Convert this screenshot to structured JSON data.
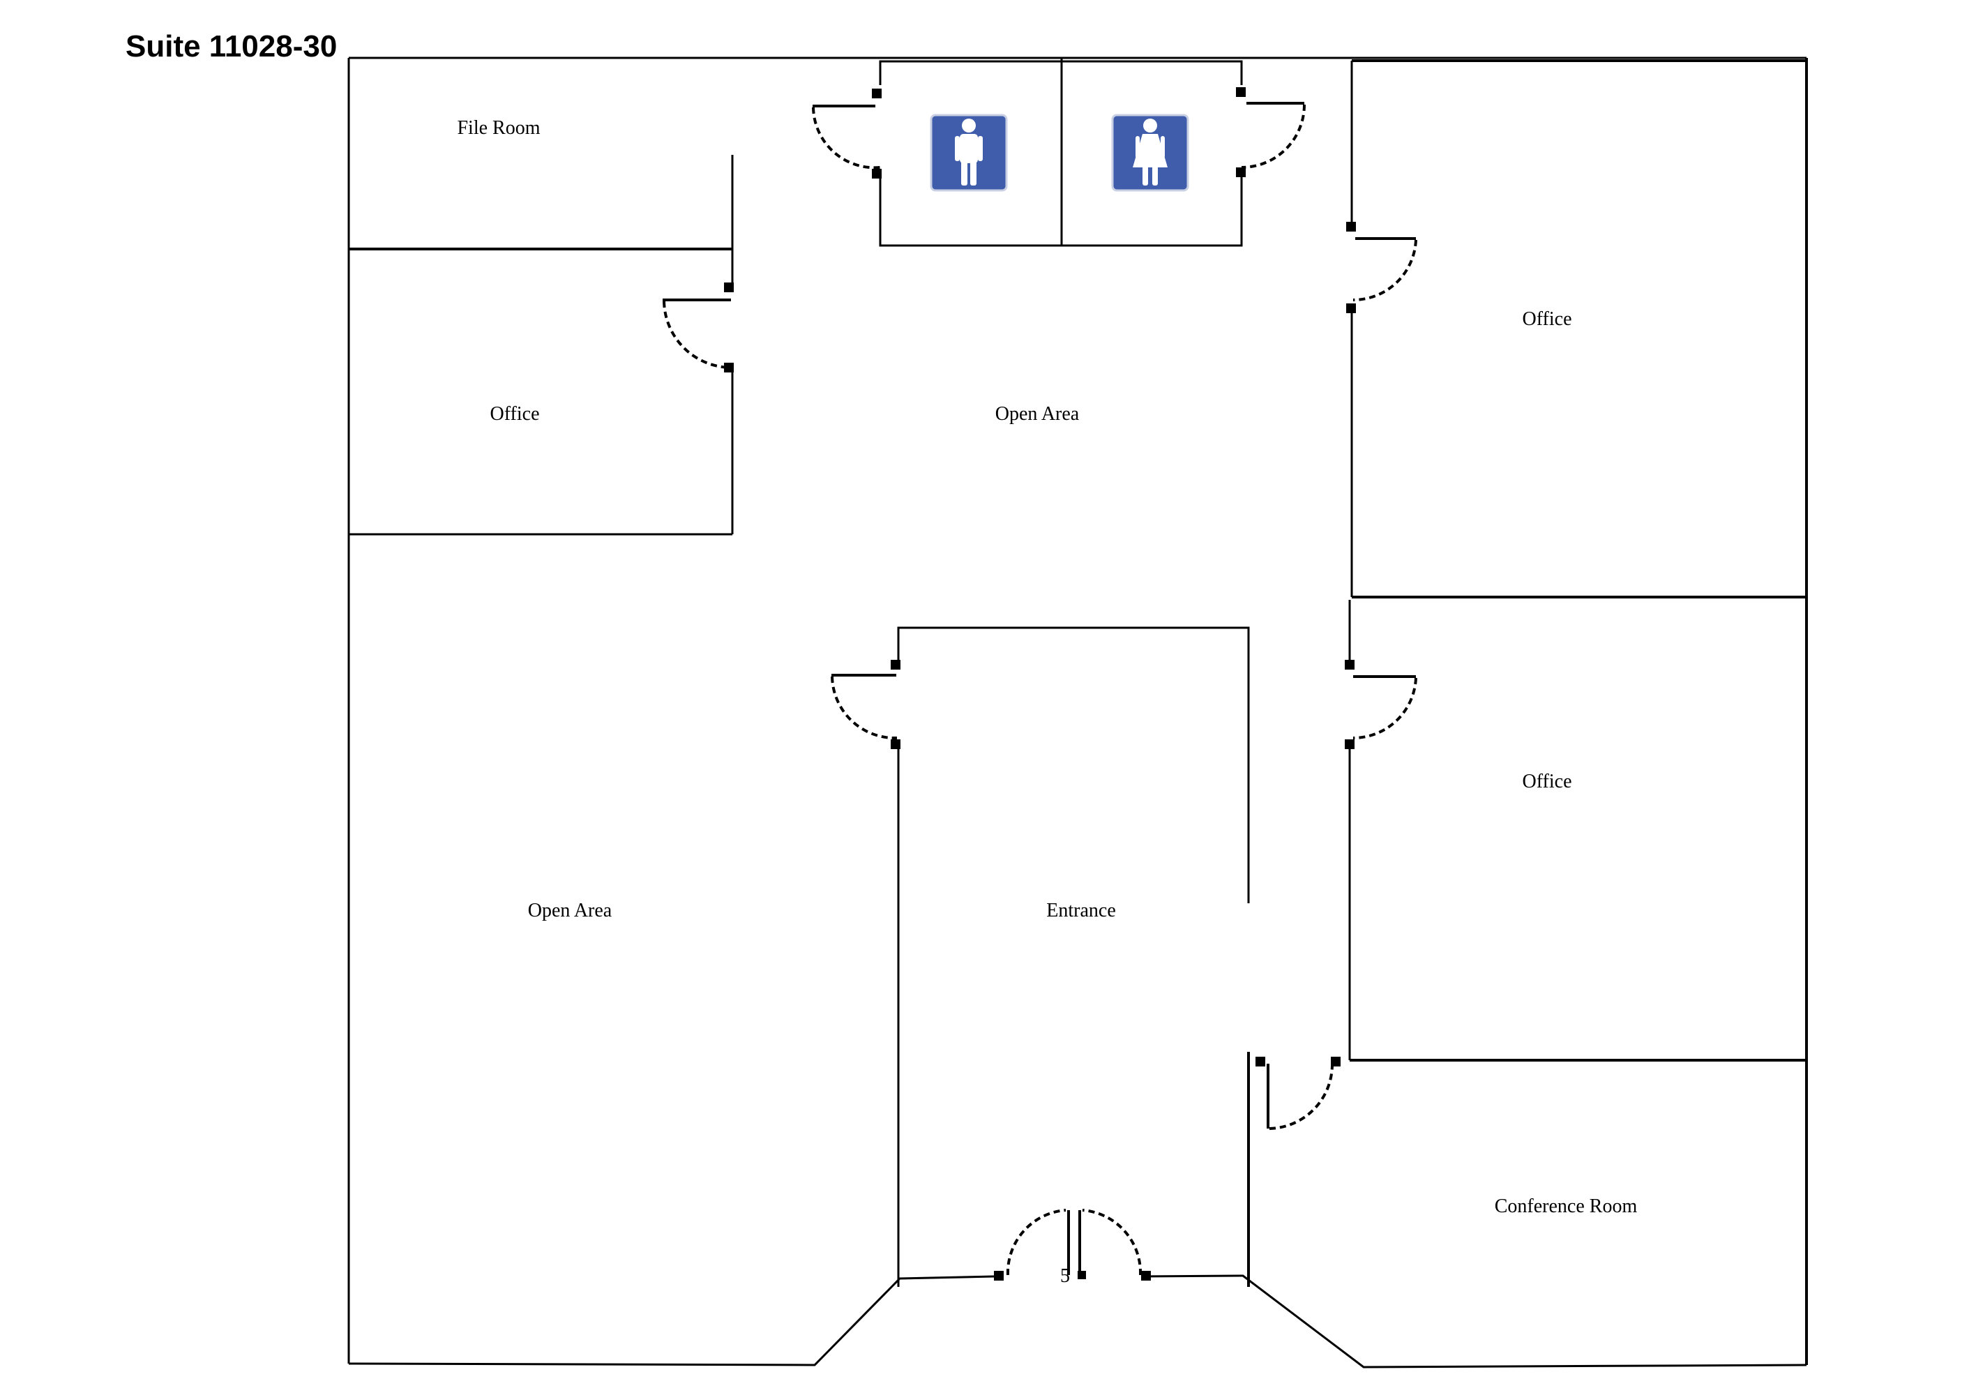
{
  "title": "Suite 11028-30",
  "rooms": {
    "file_room": "File Room",
    "office_top_left": "Office",
    "open_area_top": "Open Area",
    "office_top_right": "Office",
    "office_mid_right": "Office",
    "open_area_left": "Open Area",
    "entrance": "Entrance",
    "conference_room": "Conference Room"
  },
  "restrooms": {
    "men_icon": "restroom-men-icon",
    "women_icon": "restroom-women-icon",
    "sign_color": "#3f5daa"
  },
  "entry_marker": "5"
}
